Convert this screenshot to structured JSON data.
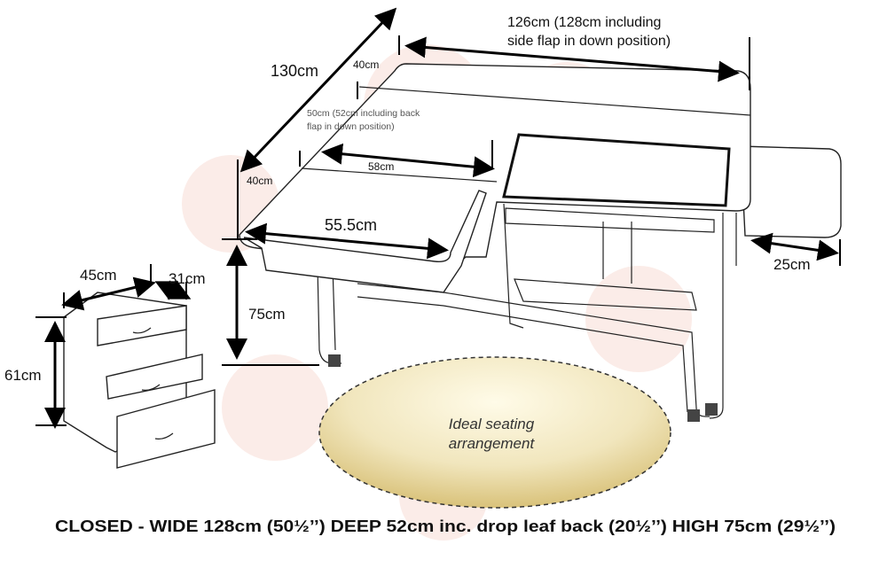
{
  "labels": {
    "width_top_1": "126cm (128cm including",
    "width_top_2": "side flap in down position)",
    "depth_total": "130cm",
    "back_flap_depth": "40cm",
    "top_depth_1": "50cm (52cm including back",
    "top_depth_2": "flap in down position)",
    "front_flap_depth": "40cm",
    "inner_width": "58cm",
    "front_flap_width": "55.5cm",
    "side_flap_width": "25cm",
    "drawer_width": "45cm",
    "drawer_depth": "31cm",
    "table_height": "75cm",
    "drawer_height": "61cm",
    "seating_1": "Ideal seating",
    "seating_2": "arrangement"
  },
  "caption": "CLOSED - WIDE 128cm (50½’’) DEEP 52cm inc. drop leaf back (20½’’) HIGH 75cm  (29½’’)",
  "colors": {
    "seating_fill": "#e8d9a0",
    "watermark": "#fbe9e4"
  }
}
